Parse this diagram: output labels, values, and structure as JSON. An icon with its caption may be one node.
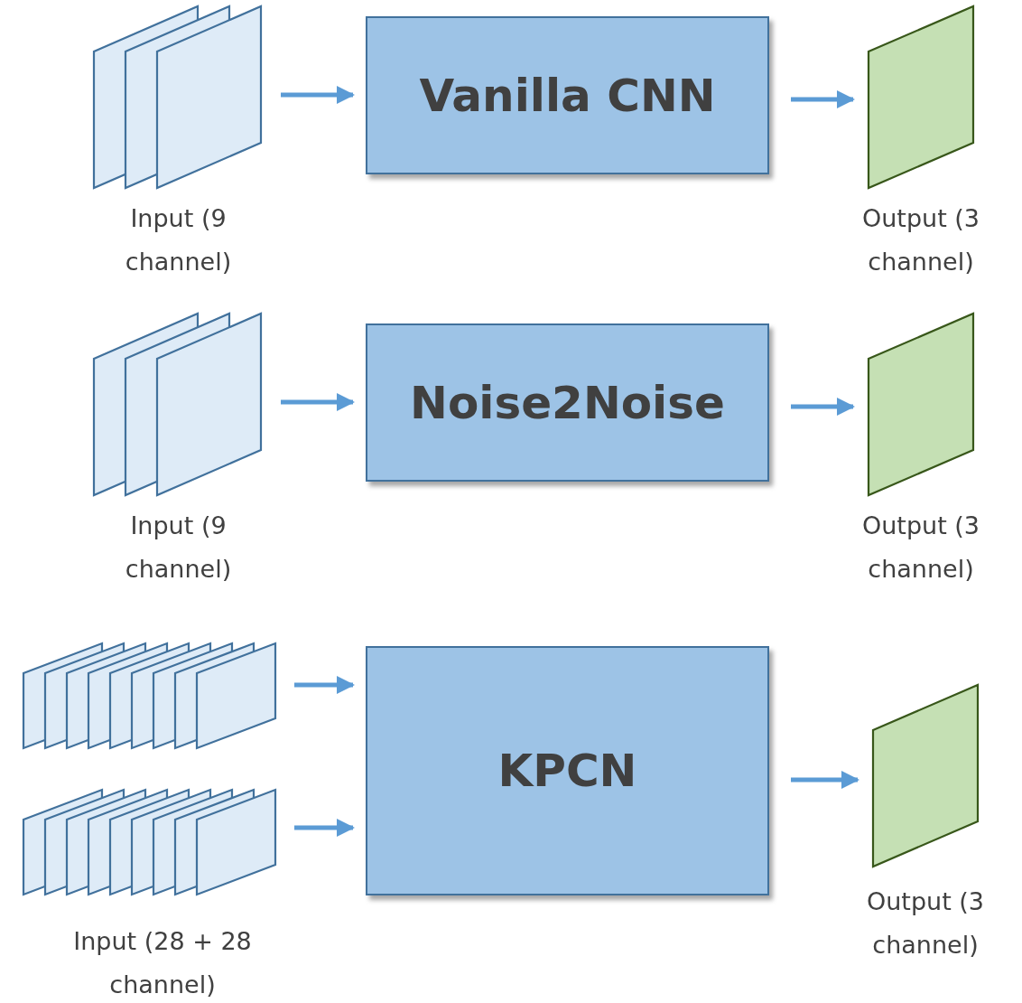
{
  "diagram": {
    "nodes": [
      {
        "text": [
          "Input (9 channel)"
        ]
      },
      {
        "text": [
          "Vanilla CNN"
        ]
      },
      {
        "text": [
          "Output (3 channel)"
        ]
      },
      {
        "text": [
          "Input (9 channel)"
        ]
      },
      {
        "text": [
          "Noise2Noise"
        ]
      },
      {
        "text": [
          "Output (3 channel)"
        ]
      },
      {
        "text": [],
        "shape": "stack"
      },
      {
        "text": [],
        "shape": "stack"
      },
      {
        "text": [
          "KPCN"
        ]
      },
      {
        "text": [
          "Output (3 channel)"
        ]
      }
    ],
    "edges": [
      {
        "from": 0,
        "to": 1,
        "arrow": "to"
      },
      {
        "from": 1,
        "to": 2,
        "arrow": "to"
      },
      {
        "from": 3,
        "to": 4,
        "arrow": "to"
      },
      {
        "from": 4,
        "to": 5,
        "arrow": "to"
      },
      {
        "from": 6,
        "to": 8,
        "arrow": "to"
      },
      {
        "from": 7,
        "to": 8,
        "arrow": "to"
      },
      {
        "from": 8,
        "to": 9,
        "arrow": "to"
      }
    ],
    "labels": [
      "Input (28 + 28 channel)"
    ]
  }
}
